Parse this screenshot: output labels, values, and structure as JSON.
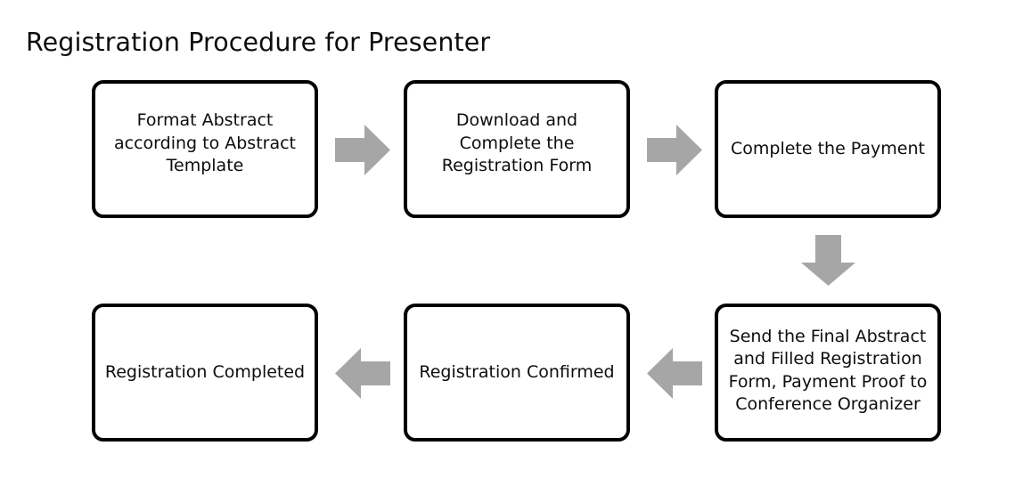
{
  "diagram": {
    "title": "Registration Procedure for Presenter",
    "arrow_color": "#a6a6a6",
    "box_border_color": "#000000",
    "box_fill_color": "#ffffff",
    "text_color": "#0d0d0d",
    "nodes": [
      {
        "id": "format-abstract",
        "label": "Format Abstract\naccording to Abstract\nTemplate"
      },
      {
        "id": "download-form",
        "label": "Download and\nComplete the\nRegistration Form"
      },
      {
        "id": "complete-payment",
        "label": "Complete the Payment"
      },
      {
        "id": "send-final-abstract",
        "label": "Send the Final Abstract\nand Filled Registration\nForm, Payment Proof to\nConference Organizer"
      },
      {
        "id": "registration-confirmed",
        "label": "Registration Confirmed"
      },
      {
        "id": "registration-completed",
        "label": "Registration Completed"
      }
    ],
    "arrows": [
      {
        "id": "arrow-1",
        "direction": "right",
        "from": "format-abstract",
        "to": "download-form"
      },
      {
        "id": "arrow-2",
        "direction": "right",
        "from": "download-form",
        "to": "complete-payment"
      },
      {
        "id": "arrow-3",
        "direction": "down",
        "from": "complete-payment",
        "to": "send-final-abstract"
      },
      {
        "id": "arrow-4",
        "direction": "left",
        "from": "send-final-abstract",
        "to": "registration-confirmed"
      },
      {
        "id": "arrow-5",
        "direction": "left",
        "from": "registration-confirmed",
        "to": "registration-completed"
      }
    ]
  }
}
